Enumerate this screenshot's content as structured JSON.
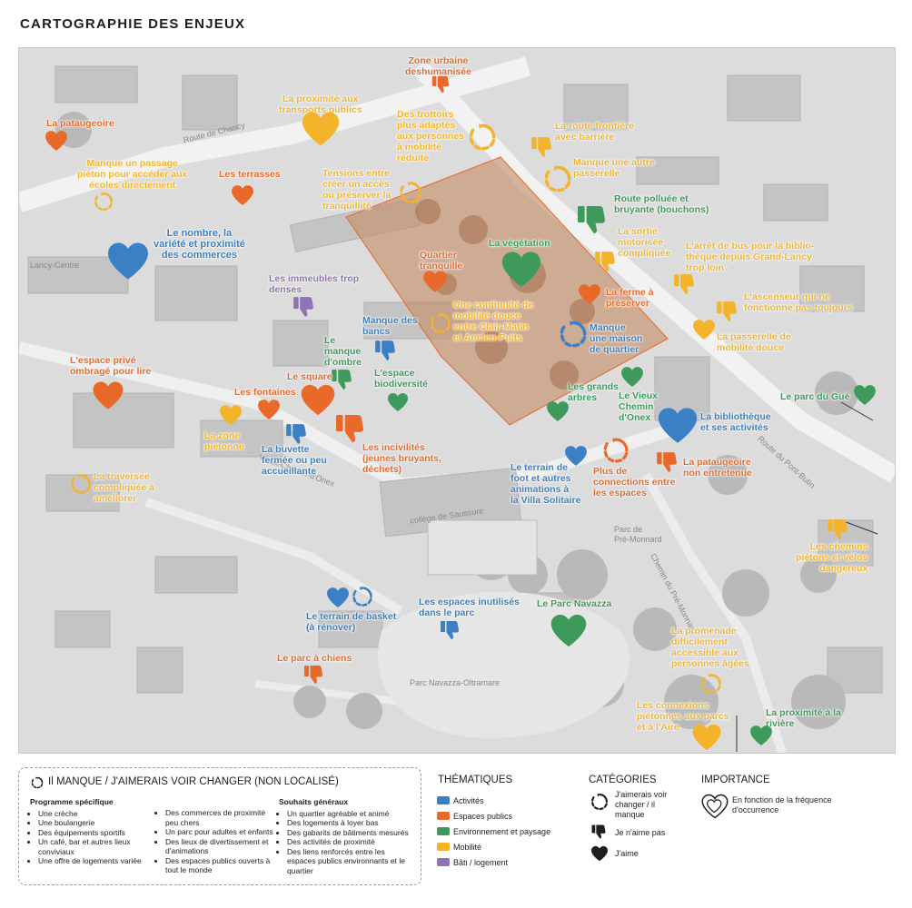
{
  "title": "CARTOGRAPHIE DES ENJEUX",
  "colors": {
    "activites": "#3b7fc4",
    "espaces_publics": "#e8692a",
    "environnement": "#3d9a5a",
    "mobilite": "#f3b32b",
    "bati": "#8d74b8"
  },
  "streets": {
    "route_chancy": "Route de Chancy",
    "lancy_centre": "Lancy-Centre",
    "vieux_chemin": "Vieux-Chemin-d'Onex",
    "college": "collège de Saussure",
    "parc_pre_monnard": "Parc de\nPré-Monnard",
    "chemin_pre_monnard": "Chemin du Pré-Monnard",
    "route_pont_butin": "Route du Pont-Butin",
    "parc_navazza_oltramare": "Parc Navazza-Oltramare"
  },
  "annotations": {
    "zone_urbaine": "Zone urbaine\ndeshumanisée",
    "proximite_transports": "La proximité aux\ntransports publics",
    "pataugeoire": "La pataugeoire",
    "trottoirs": "Des trottoirs\nplus adaptés\naux personnes\nà mobilité\nréduite",
    "route_frontiere": "La route frontière\navec barrière",
    "passage_pieton": "Manque un passage\npiéton pour accéder aux\nécoles directement",
    "terrasses": "Les terrasses",
    "tensions": "Tensions entre\ncréer un accès\nou préserver la\ntranquillité",
    "autre_passerelle": "Manque une autre\npasserelle",
    "route_polluee": "Route polluée et\nbruyante (bouchons)",
    "nombre_commerces": "Le nombre, la\nvariété et proximité\ndes commerces",
    "vegetation": "La végétation",
    "sortie_motorisee": "La sortie\nmotorisée\ncompliquée",
    "arret_bus": "L'arrêt de bus pour la biblio-\nthèque depuis Grand-Lancy\ntrop loin",
    "quartier_tranquille": "Quartier\ntranquille",
    "immeubles_denses": "Les immeubles trop\ndenses",
    "ferme": "La ferme à\npréserver",
    "ascenseur": "L'ascenseur qui ne\nfonctionne pas toujours",
    "continuite": "Une continuité de\nmobilité douce\nentre Clair-Matin\net Ancien-Puits",
    "manque_bancs": "Manque des\nbancs",
    "maison_quartier": "Manque\nune maison\nde quartier",
    "passerelle_mobilite": "La passerelle de\nmobilité douce",
    "manque_ombre": "Le\nmanque\nd'ombre",
    "espace_prive": "L'espace privé\nombragé pour lire",
    "espace_biodiversite": "L'espace\nbiodiversité",
    "parc_gue": "Le parc du Gué",
    "square": "Le square",
    "fontaines": "Les fontaines",
    "grands_arbres": "Les grands\narbres",
    "vieux_chemin_onex": "Le Vieux\nChemin\nd'Onex",
    "bibliotheque": "La bibliothèque\net ses activités",
    "zone_pietonne": "La zone\npiétonne",
    "buvette": "La buvette\nfermée ou peu\naccueillante",
    "incivilites": "Les incivilités\n(jeunes bruyants,\ndéchets)",
    "terrain_foot": "Le terrain de\nfoot et autres\nanimations à\nla Villa Solitaire",
    "connexions_espaces": "Plus de\nconnections entre\nles espaces",
    "pataugeoire_non": "La pataugeoire\nnon entretenue",
    "traversee": "La traversée\ncompliquée à\naméliorer",
    "chemins_dangereux": "Les chemins\npiétons et vélos\ndangereux",
    "terrain_basket": "Le terrain de basket\n(à rénover)",
    "espaces_inutilises": "Les espaces inutilisés\ndans le parc",
    "parc_navazza": "Le Parc Navazza",
    "parc_chiens": "Le parc à chiens",
    "promenade": "La promenade\ndifficilement\naccessible aux\npersonnes âgées",
    "connexions_parcs": "Les connexions\npiétonnes aux parcs\net à l'Aire",
    "proximite_riviere": "La proximité à la\nrivière"
  },
  "legend": {
    "header": "Il MANQUE / J'AIMERAIS VOIR CHANGER (NON LOCALISÉ)",
    "programme_title": "Programme spécifique",
    "programme_items": [
      "Une crèche",
      "Une boulangerie",
      "Des équipements sportifs",
      "Un café, bar et autres lieux conviviaux",
      "Une offre de logements variée"
    ],
    "programme_items2": [
      "Des commerces de proximité peu chers",
      "Un parc pour adultes et enfants",
      "Des lieux de divertissement et d'animations",
      "Des espaces publics ouverts à tout le monde"
    ],
    "souhaits_title": "Souhaits généraux",
    "souhaits_items": [
      "Un quartier agréable et animé",
      "Des logements à loyer bas",
      "Des gabarits de bâtiments mesurés",
      "Des activités de proximité",
      "Des liens renforcés entre les espaces publics environnants et le quartier"
    ]
  },
  "thematiques": {
    "title": "THÉMATIQUES",
    "items": [
      "Activités",
      "Espaces publics",
      "Environnement et paysage",
      "Mobilité",
      "Bâti / logement"
    ]
  },
  "categories": {
    "title": "CATÉGORIES",
    "changer": "J'aimerais voir\nchanger / il\nmanque",
    "naime_pas": "Je n'aime pas",
    "aime": "J'aime"
  },
  "importance": {
    "title": "IMPORTANCE",
    "text": "En fonction de la fréquence\nd'occurrence"
  }
}
